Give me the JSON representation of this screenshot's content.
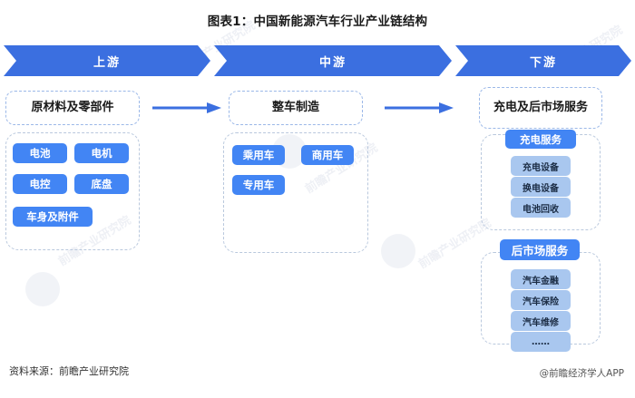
{
  "title": "图表1：中国新能源汽车行业产业链结构",
  "colors": {
    "banner_blue": "#3b6fe0",
    "pill_blue": "#4285f4",
    "pill_light_blue": "#a9c7ef",
    "dashed_border": "#b9c8dd",
    "header_dashed_border": "#9bb8e8"
  },
  "banners": [
    {
      "label": "上游"
    },
    {
      "label": "中游"
    },
    {
      "label": "下游"
    }
  ],
  "columns": {
    "upstream": {
      "header": "原材料及零部件",
      "items": [
        {
          "label": "电池"
        },
        {
          "label": "电机"
        },
        {
          "label": "电控"
        },
        {
          "label": "底盘"
        },
        {
          "label": "车身及附件"
        }
      ]
    },
    "midstream": {
      "header": "整车制造",
      "items": [
        {
          "label": "乘用车"
        },
        {
          "label": "商用车"
        },
        {
          "label": "专用车"
        }
      ]
    },
    "downstream": {
      "header": "充电及后市场服务",
      "groups": [
        {
          "title": "充电服务",
          "items": [
            {
              "label": "充电设备"
            },
            {
              "label": "换电设备"
            },
            {
              "label": "电池回收"
            }
          ]
        },
        {
          "title": "后市场服务",
          "items": [
            {
              "label": "汽车金融"
            },
            {
              "label": "汽车保险"
            },
            {
              "label": "汽车维修"
            },
            {
              "label": "……"
            }
          ]
        }
      ]
    }
  },
  "connectors": [
    {
      "name": "upstream-to-midstream"
    },
    {
      "name": "midstream-to-downstream"
    }
  ],
  "footer": {
    "source": "资料来源：前瞻产业研究院",
    "attribution": "@前瞻经济学人APP"
  },
  "watermarks": {
    "text": "前瞻产业研究院"
  }
}
